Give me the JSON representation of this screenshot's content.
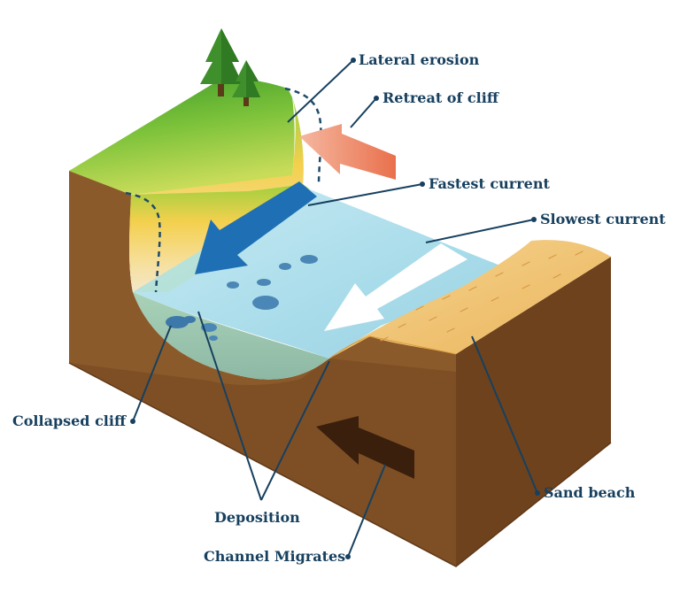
{
  "colors": {
    "label": "#17405f",
    "earth_dark": "#7a4a22",
    "earth_mid": "#8b5a2b",
    "earth_light": "#a87844",
    "grass": "#5fae2e",
    "sand": "#f2c46d",
    "water_light": "#bfe6f3",
    "water_deep": "#8fc0b0",
    "fast_arrow": "#1f6fb5",
    "retreat_arrow": "#e8724f",
    "migrate_arrow": "#3a1f0c"
  },
  "labels": {
    "lateral_erosion": "Lateral erosion",
    "retreat_of_cliff": "Retreat of cliff",
    "fastest_current": "Fastest current",
    "slowest_current": "Slowest current",
    "collapsed_cliff": "Collapsed cliff",
    "sand_beach": "Sand beach",
    "deposition": "Deposition",
    "channel_migrates": "Channel Migrates"
  },
  "icons": {
    "trees": "pine-tree-icon",
    "fast_arrow": "blue-arrow-icon",
    "slow_arrow": "white-arrow-icon",
    "retreat_arrow": "orange-arrow-icon",
    "migrate_arrow": "brown-arrow-icon"
  }
}
